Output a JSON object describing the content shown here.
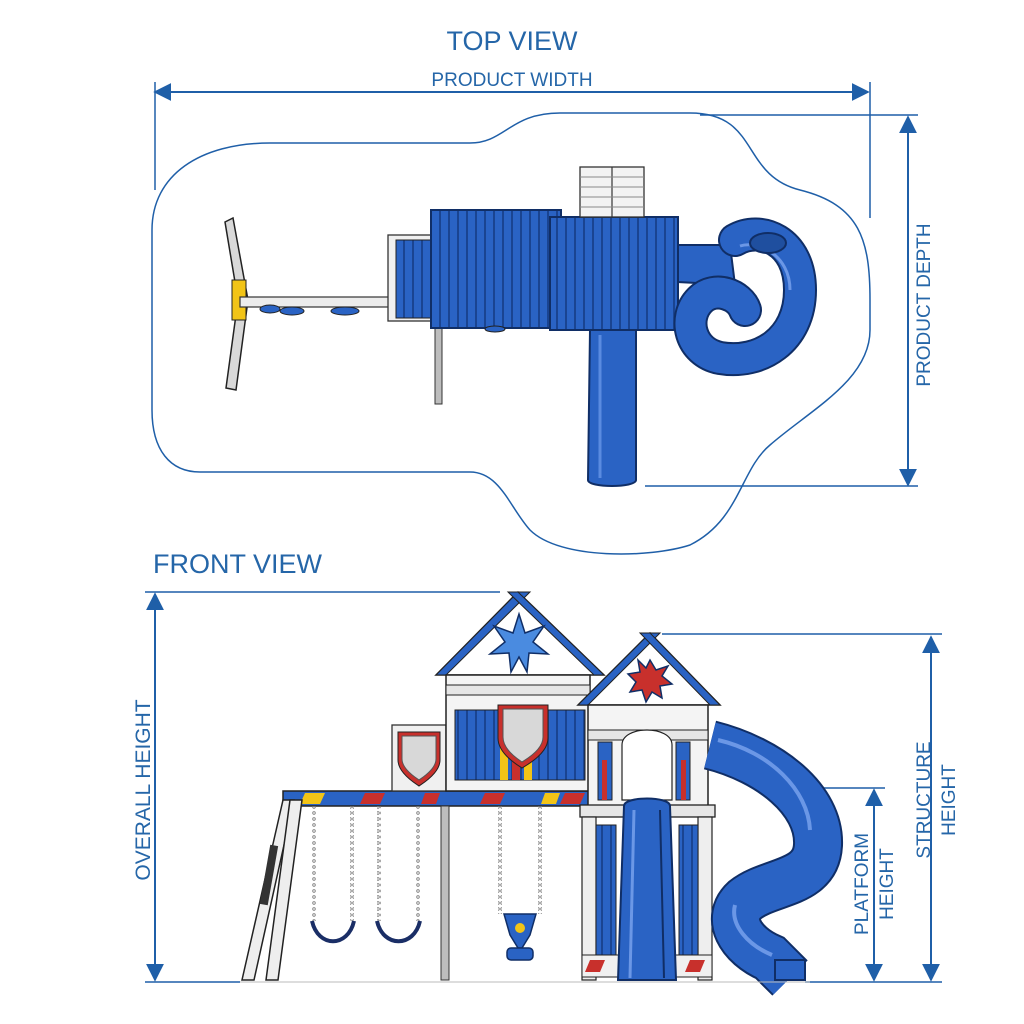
{
  "views": {
    "top": {
      "title": "TOP VIEW",
      "width_label": "PRODUCT WIDTH",
      "depth_label": "PRODUCT DEPTH"
    },
    "front": {
      "title": "FRONT VIEW",
      "overall_height_label": "OVERALL HEIGHT",
      "platform_height_label": [
        "PLATFORM",
        "HEIGHT"
      ],
      "structure_height_label": [
        "STRUCTURE",
        "HEIGHT"
      ]
    }
  },
  "colors": {
    "dimension": "#1f5fa8",
    "structure_blue": "#2a63c4",
    "accent_red": "#c8302c",
    "accent_yellow": "#f2c417",
    "frame_white": "#f4f4f4"
  },
  "icons": [
    "star-emblem-icon",
    "burst-emblem-icon",
    "shield-icon"
  ]
}
